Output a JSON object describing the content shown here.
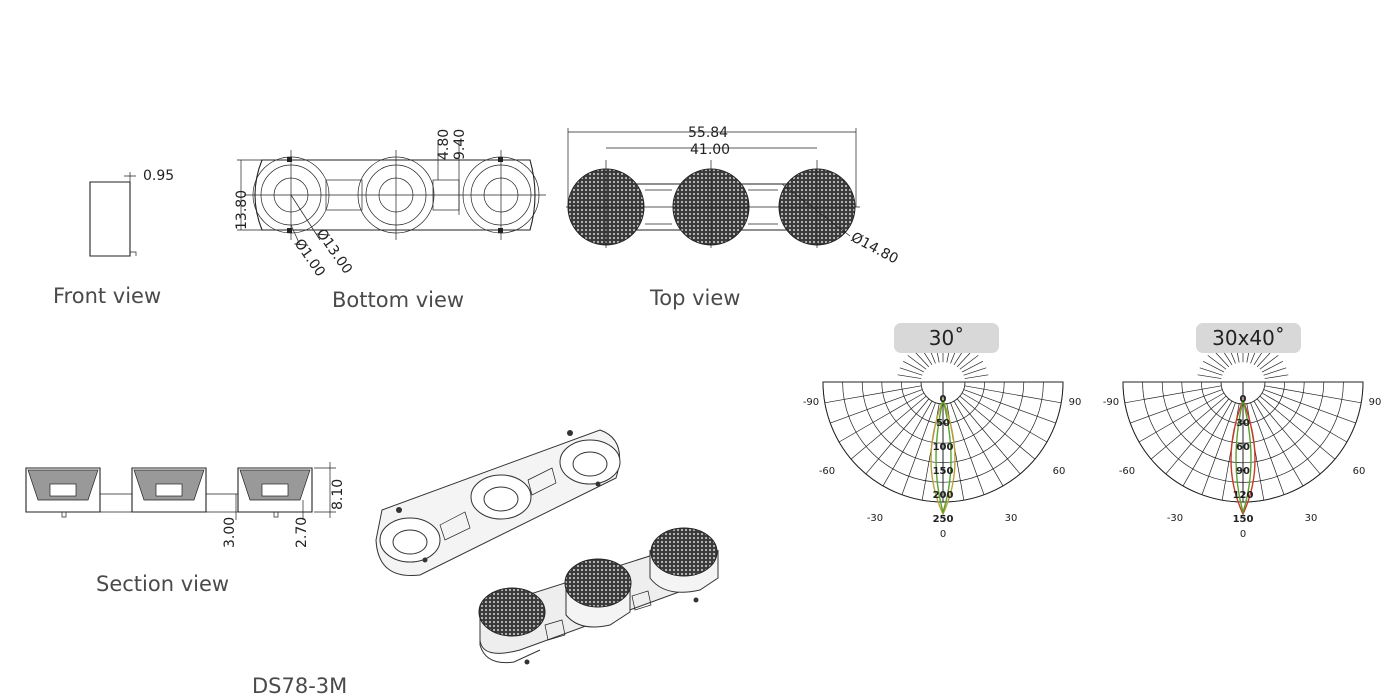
{
  "views": {
    "front": "Front view",
    "bottom": "Bottom view",
    "top": "Top view",
    "section": "Section view",
    "model": "DS78-3M"
  },
  "dimensions": {
    "front_thickness": "0.95",
    "bottom_height": "13.80",
    "bottom_pin": "Ø1.00",
    "bottom_lens": "Ø13.00",
    "bottom_w1": "4.80",
    "bottom_w2": "9.40",
    "top_overall": "55.84",
    "top_pitch": "41.00",
    "top_lens": "Ø14.80",
    "section_height": "8.10",
    "section_a": "3.00",
    "section_b": "2.70"
  },
  "polar_charts": [
    {
      "badge": "30˚",
      "angles": [
        "-90",
        "-60",
        "-30",
        "0",
        "30",
        "60",
        "90"
      ],
      "radial_labels": [
        "0",
        "50",
        "100",
        "150",
        "200",
        "250"
      ],
      "colors": [
        "#5aa02c",
        "#b8a33c"
      ]
    },
    {
      "badge": "30x40˚",
      "angles": [
        "-90",
        "-60",
        "-30",
        "0",
        "30",
        "60",
        "90"
      ],
      "radial_labels": [
        "0",
        "30",
        "60",
        "90",
        "120",
        "150"
      ],
      "colors": [
        "#5aa02c",
        "#c83a2a"
      ]
    }
  ]
}
